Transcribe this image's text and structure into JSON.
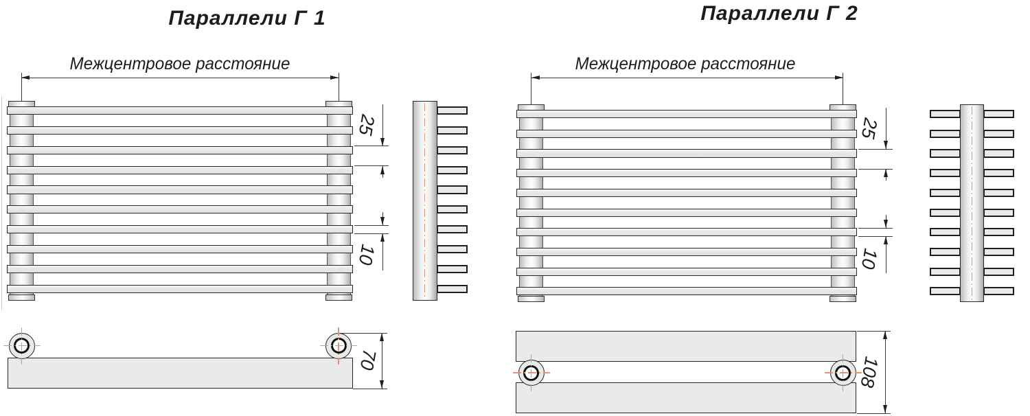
{
  "drawings": [
    {
      "title": "Параллели Г 1",
      "center_distance_label": "Межцентровое расстояние",
      "dimensions": {
        "tube_pitch": "25",
        "tube_height": "10",
        "depth": "70"
      },
      "structure": {
        "tube_count": 10,
        "rows": 1
      }
    },
    {
      "title": "Параллели Г 2",
      "center_distance_label": "Межцентровое расстояние",
      "dimensions": {
        "tube_pitch": "25",
        "tube_height": "10",
        "depth": "108"
      },
      "structure": {
        "tube_count": 10,
        "rows": 2
      }
    }
  ],
  "colors": {
    "outline": "#262626",
    "dimension_line": "#3a3a3a",
    "arrow": "#1f1f1f",
    "tube_fill": "#e9e9e9",
    "centerline_orange": "#df9472",
    "background": "#ffffff"
  }
}
